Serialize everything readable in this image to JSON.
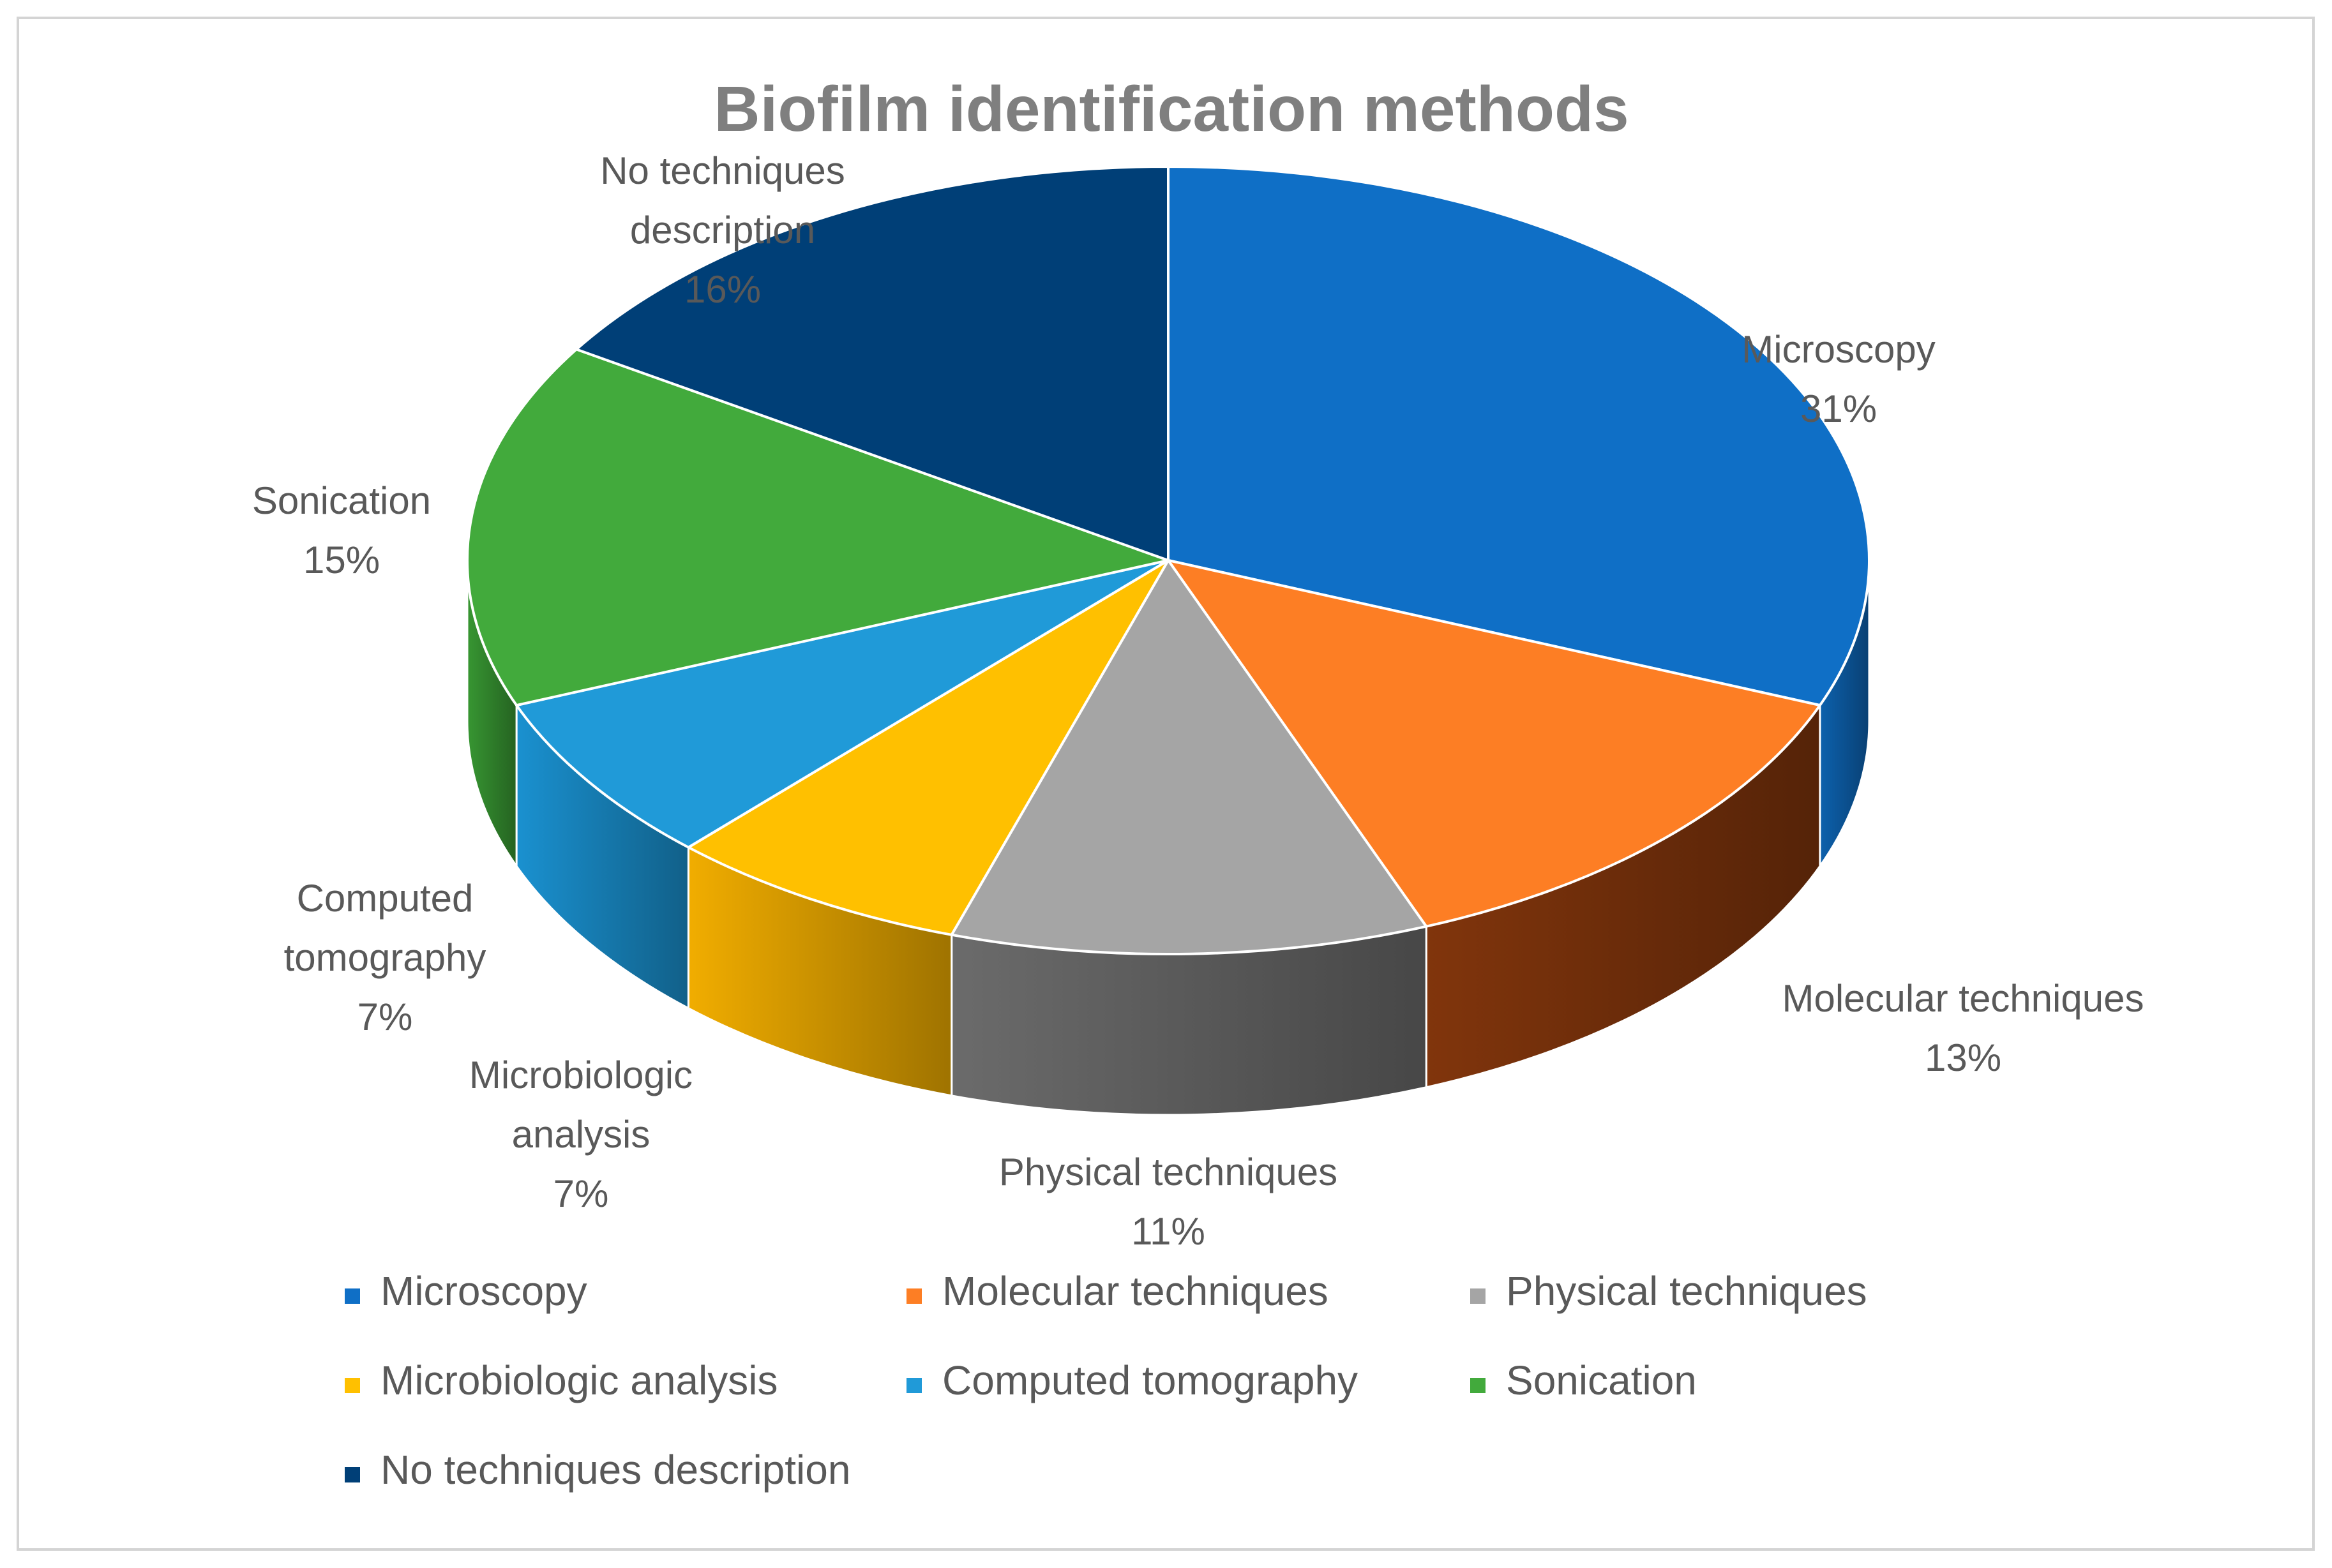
{
  "chart_data": {
    "type": "pie",
    "title": "Biofilm identification methods",
    "slices": [
      {
        "label": "Microscopy",
        "value": 31,
        "display": "31%",
        "color": "#0f6fc6",
        "side": "#0b5293"
      },
      {
        "label": "Molecular techniques",
        "value": 13,
        "display": "13%",
        "color": "#fd7e24",
        "side": "#6d2d0a"
      },
      {
        "label": "Physical techniques",
        "value": 11,
        "display": "11%",
        "color": "#a5a5a5",
        "side": "#5b5b5b"
      },
      {
        "label": "Microbiologic analysis",
        "value": 7,
        "display": "7%",
        "color": "#ffc000",
        "side": "#cc9300"
      },
      {
        "label": "Computed tomography",
        "value": 7,
        "display": "7%",
        "color": "#209ad8",
        "side": "#167bb0"
      },
      {
        "label": "Sonication",
        "value": 15,
        "display": "15%",
        "color": "#42aa3c",
        "side": "#2f7f2a"
      },
      {
        "label": "No techniques description",
        "value": 16,
        "display": "16%",
        "color": "#003f77",
        "side": "#00284c"
      }
    ],
    "data_label_lines": [
      [
        "Microscopy",
        "31%"
      ],
      [
        "Molecular techniques",
        "13%"
      ],
      [
        "Physical techniques",
        "11%"
      ],
      [
        "Microbiologic",
        "analysis",
        "7%"
      ],
      [
        "Computed",
        "tomography",
        "7%"
      ],
      [
        "Sonication",
        "15%"
      ],
      [
        "No techniques",
        "description",
        "16%"
      ]
    ],
    "legend_position": "bottom",
    "style": "3d"
  }
}
